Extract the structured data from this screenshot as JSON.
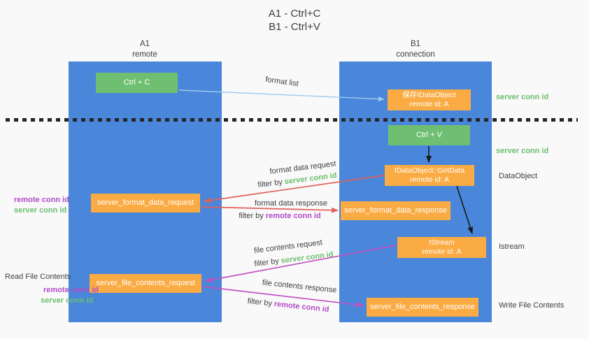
{
  "title": {
    "line1": "A1 - Ctrl+C",
    "line2": "B1 - Ctrl+V"
  },
  "lanes": {
    "left": {
      "name": "A1",
      "role": "remote"
    },
    "right": {
      "name": "B1",
      "role": "connection"
    }
  },
  "nodes": {
    "ctrl_c": {
      "label": "Ctrl + C"
    },
    "ctrl_v": {
      "label": "Ctrl + V"
    },
    "save_dataobject": {
      "line1": "保存IDataObject",
      "line2": "remote id: A"
    },
    "getdata": {
      "line1": "IDataObject::GetData",
      "line2": "remote id: A"
    },
    "istream": {
      "line1": "IStream",
      "line2": "remote id: A"
    },
    "format_request": {
      "label": "server_format_data_request"
    },
    "format_response": {
      "label": "server_format_data_response"
    },
    "file_request": {
      "label": "server_file_contents_request"
    },
    "file_response": {
      "label": "server_file_contents_response"
    }
  },
  "side_labels": {
    "right_server_conn_top": "server conn id",
    "right_server_conn_mid": "server conn id",
    "data_object": "DataObject",
    "istream": "Istream",
    "write_file": "Write File Contents",
    "left_remote_conn_top": "remote conn id",
    "left_server_conn_top": "server conn id",
    "read_file": "Read File Contents",
    "left_remote_conn_bottom": "remote conn id",
    "left_server_conn_bottom": "server conn id"
  },
  "arrow_labels": {
    "format_list": "format list",
    "format_data_request": "format data request",
    "filter_server_1": {
      "prefix": "filter by ",
      "key": "server conn id"
    },
    "format_data_response": "format data response",
    "filter_remote_1": {
      "prefix": "filter by ",
      "key": "remote conn id"
    },
    "file_contents_request": "file contents request",
    "filter_server_2": {
      "prefix": "filter by ",
      "key": "server conn id"
    },
    "file_contents_response": "file contents response",
    "filter_remote_2": {
      "prefix": "filter by ",
      "key": "remote conn id"
    }
  },
  "colors": {
    "lane_blue": "#4a86d9",
    "node_orange": "#faab43",
    "node_green": "#6fbf72",
    "arrow_blue": "#9ecaef",
    "arrow_red": "#e2605c",
    "arrow_magenta": "#c253c2",
    "arrow_black": "#1a1a1a",
    "text_green": "#6abf6e",
    "text_purple": "#b44bc8",
    "text_dark": "#404040",
    "background": "#f9f9f9"
  }
}
